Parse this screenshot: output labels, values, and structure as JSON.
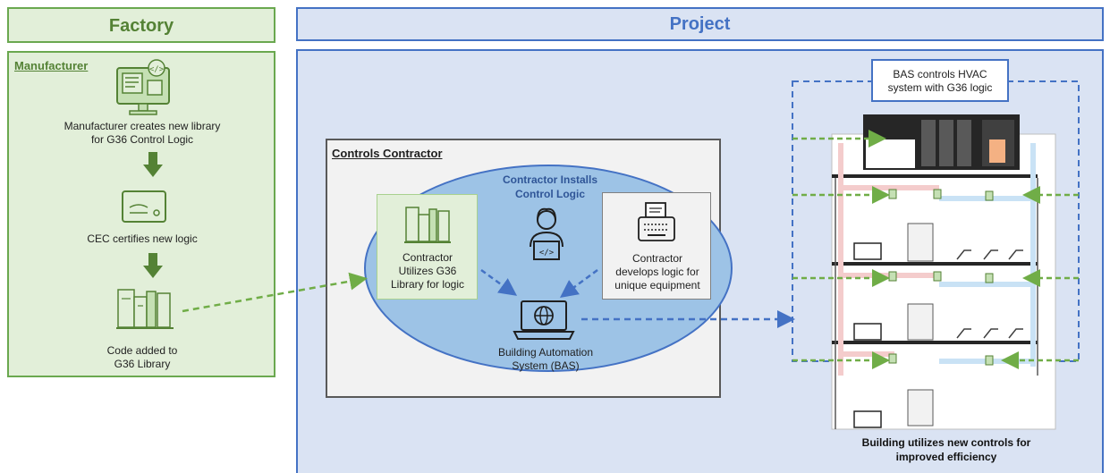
{
  "factory": {
    "title": "Factory",
    "manufacturer_label": "Manufacturer",
    "step1": [
      "Manufacturer creates new library",
      "for G36 Control Logic"
    ],
    "step2": "CEC certifies new logic",
    "step3": [
      "Code added to",
      "G36 Library"
    ]
  },
  "project": {
    "title": "Project",
    "contractor_label": "Controls Contractor",
    "installs": [
      "Contractor Installs",
      "Control Logic"
    ],
    "library_box": [
      "Contractor",
      "Utilizes G36",
      "Library for logic"
    ],
    "develop_box": [
      "Contractor",
      "develops logic for",
      "unique equipment"
    ],
    "bas": [
      "Building Automation",
      "System (BAS)"
    ],
    "bas_callout": [
      "BAS controls HVAC",
      "system with G36 logic"
    ],
    "building_caption": [
      "Building utilizes new controls for",
      "improved efficiency"
    ]
  },
  "colors": {
    "green_dark": "#548235",
    "green_arrow": "#70ad47",
    "blue_dark": "#4472c4",
    "ellipse_fill": "#9dc3e6",
    "icon_green": "#70ad47"
  },
  "icons": [
    "computer-code-icon",
    "certificate-device-icon",
    "library-books-icon",
    "developer-person-icon",
    "typewriter-icon",
    "laptop-globe-icon",
    "rooftop-unit-icon",
    "hvac-controller-icon"
  ]
}
